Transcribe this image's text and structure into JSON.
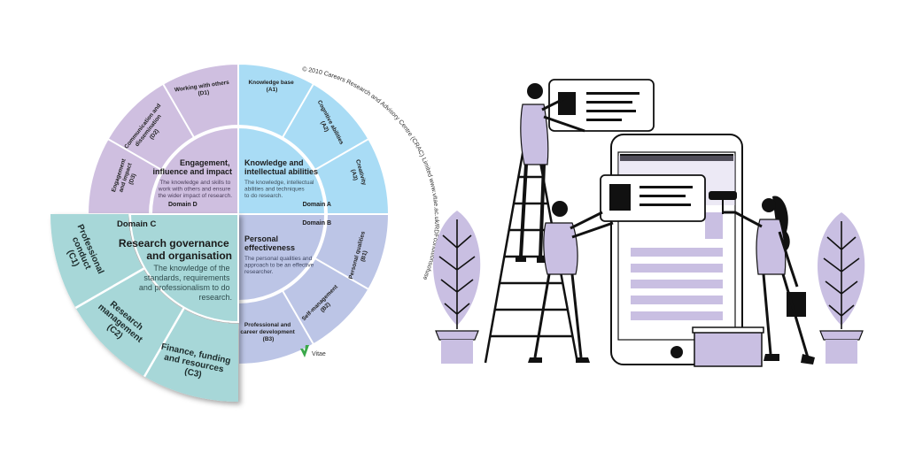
{
  "wheel": {
    "domains": {
      "A": {
        "label": "Domain A",
        "title_lines": [
          "Knowledge and",
          "intellectual abilities"
        ],
        "desc_lines": [
          "The knowledge, intellectual",
          "abilities and techniques",
          "to do research."
        ],
        "color": "#a9dcf5"
      },
      "B": {
        "label": "Domain B",
        "title_lines": [
          "Personal",
          "effectiveness"
        ],
        "desc_lines": [
          "The personal qualities and",
          "approach to be an effective",
          "researcher."
        ],
        "color": "#bcc5e6"
      },
      "C": {
        "label": "Domain C",
        "title_lines": [
          "Research governance",
          "and organisation"
        ],
        "desc_lines": [
          "The knowledge of the",
          "standards, requirements",
          "and professionalism to do",
          "research."
        ],
        "color": "#a7d7d8"
      },
      "D": {
        "label": "Domain D",
        "title_lines": [
          "Engagement,",
          "influence and impact"
        ],
        "desc_lines": [
          "The knowledge and skills to",
          "work with others and ensure",
          "the wider impact of research."
        ],
        "color": "#cfbfe0"
      }
    },
    "subdomains": {
      "A1": [
        "Knowledge base",
        "(A1)"
      ],
      "A2": [
        "Cognitive abilities",
        "(A2)"
      ],
      "A3": [
        "Creativity",
        "(A3)"
      ],
      "B1": [
        "Personal qualities",
        "(B1)"
      ],
      "B2": [
        "Self-management",
        "(B2)"
      ],
      "B3": [
        "Professional and",
        "career development",
        "(B3)"
      ],
      "C1": [
        "Professional",
        "conduct",
        "(C1)"
      ],
      "C2": [
        "Research",
        "management",
        "(C2)"
      ],
      "C3": [
        "Finance, funding",
        "and resources",
        "(C3)"
      ],
      "D1": [
        "Working with others",
        "(D1)"
      ],
      "D2": [
        "Communication and",
        "dissemination",
        "(D2)"
      ],
      "D3": [
        "Engagement",
        "and impact",
        "(D3)"
      ]
    },
    "copyright": "© 2010 Careers Research and Advisory Centre (CRAC) Limited  www.vitae.ac.uk/RDFconditionsofuse",
    "brand": "Vitae"
  },
  "illustration": {
    "lavender": "#c9bfe2",
    "ink": "#111111"
  }
}
